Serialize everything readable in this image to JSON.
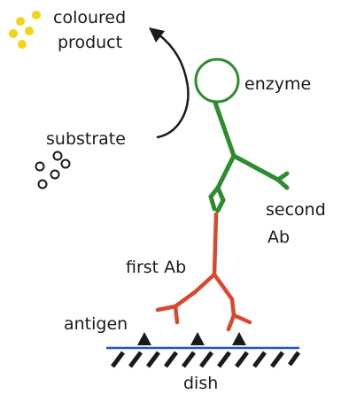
{
  "labels": {
    "coloured": "coloured",
    "product": "product",
    "enzyme": "enzyme",
    "substrate": "substrate",
    "second": "second",
    "ab": "Ab",
    "first_ab": "first Ab",
    "antigen": "antigen",
    "dish": "dish"
  },
  "colors": {
    "product_dots": "#f2d416",
    "enzyme": "#2e8b2e",
    "second_antibody": "#2e8b2e",
    "first_antibody": "#d9482e",
    "dish_line": "#1f56c8",
    "ink": "#1a1a1a"
  }
}
